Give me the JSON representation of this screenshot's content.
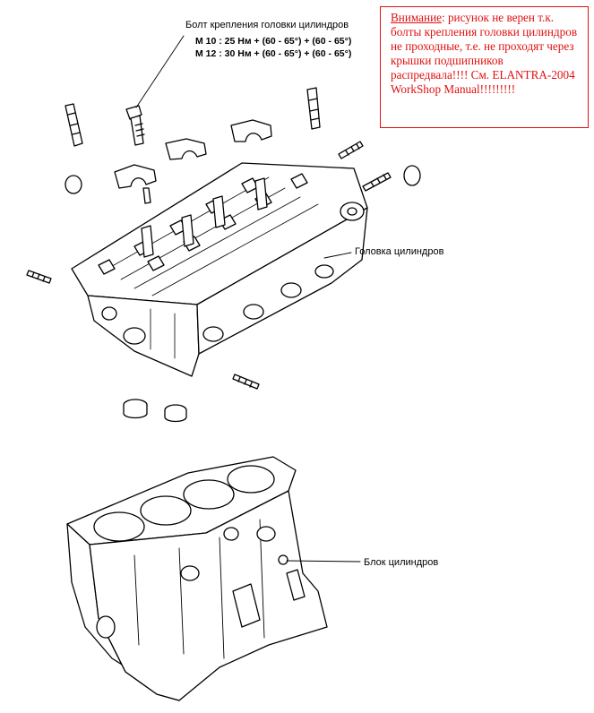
{
  "callouts": {
    "bolt_title": "Болт крепления головки цилиндров",
    "bolt_spec_m10": "M 10 : 25 Нм + (60 - 65°) + (60 - 65°)",
    "bolt_spec_m12": "M 12 : 30 Нм + (60 - 65°) + (60 - 65°)",
    "cylinder_head": "Головка цилиндров",
    "cylinder_block": "Блок цилиндров"
  },
  "warning": {
    "title": "Внимание",
    "text": ": рисунок не верен т.к. болты крепления головки цилиндров не проходные, т.е. не проходят через крышки подшипников распредвала!!!! См. ELANTRA-2004 WorkShop Manual!!!!!!!!!",
    "border_color": "#e01010",
    "text_color": "#e01010"
  }
}
